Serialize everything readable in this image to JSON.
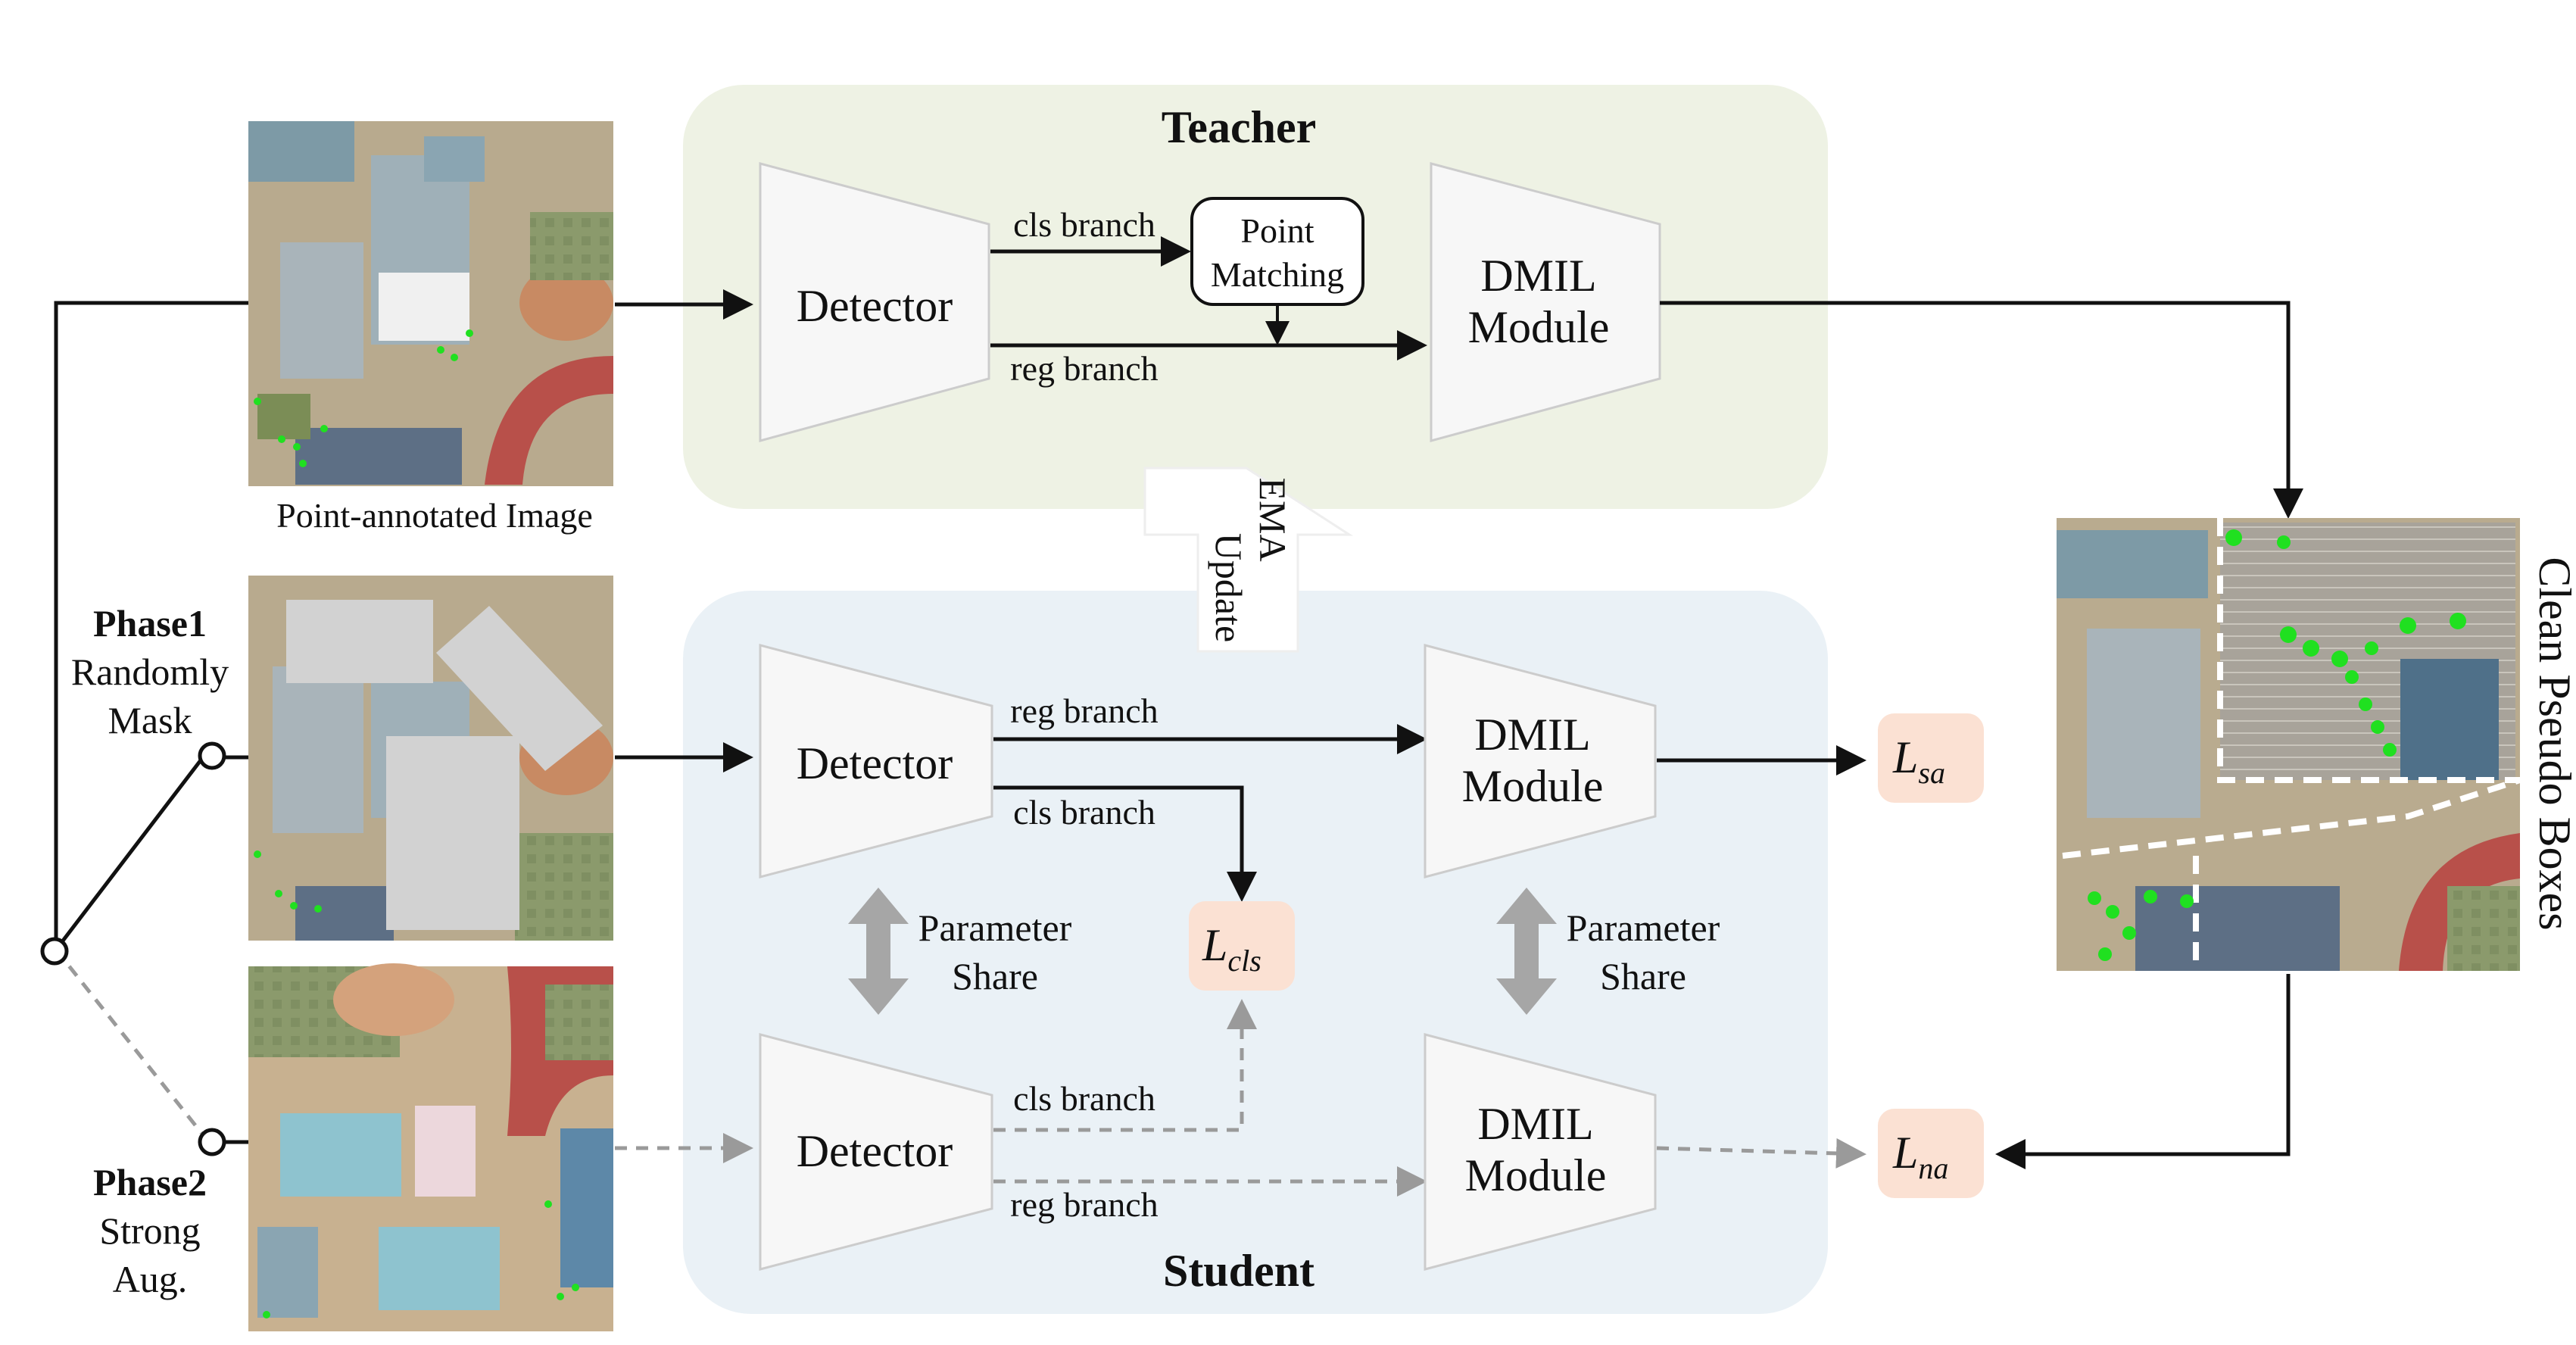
{
  "teacher": {
    "title": "Teacher",
    "detector_label": "Detector",
    "branch_top": "cls branch",
    "branch_bottom": "reg branch",
    "point_matching": [
      "Point",
      "Matching"
    ],
    "dmil": [
      "DMIL",
      "Module"
    ]
  },
  "student": {
    "title": "Student",
    "detector_label": "Detector",
    "branch_top": "reg branch",
    "branch_mid": "cls branch",
    "dmil": [
      "DMIL",
      "Module"
    ],
    "loss_cls": "L",
    "loss_cls_sub": "cls",
    "param_share": [
      "Parameter",
      "Share"
    ],
    "strong_detector_label": "Detector",
    "strong_branch_top": "cls branch",
    "strong_branch_bottom": "reg branch",
    "strong_dmil": [
      "DMIL",
      "Module"
    ]
  },
  "ema": [
    "EMA",
    "Update"
  ],
  "inputs": {
    "top_caption": "Point-annotated Image",
    "phase1_title": "Phase1",
    "phase1_desc": [
      "Randomly",
      "Mask"
    ],
    "phase2_title": "Phase2",
    "phase2_desc": [
      "Strong",
      "Aug."
    ]
  },
  "output": {
    "caption": "Clean Pseudo Boxes"
  },
  "losses": {
    "sa": "L",
    "sa_sub": "sa",
    "na": "L",
    "na_sub": "na"
  },
  "colors": {
    "teacher_bg": "#eef2e4",
    "student_bg": "#eaf1f6",
    "loss_bg": "#fbe1d3",
    "arrow_gray": "#9a9a9a",
    "box_fill": "#f7f7f7"
  }
}
